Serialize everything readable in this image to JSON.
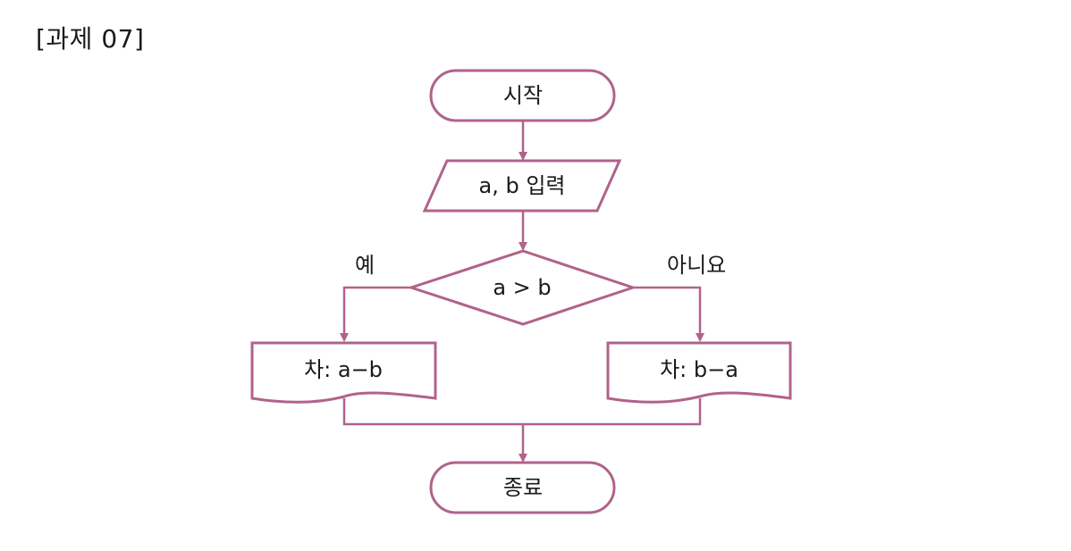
{
  "title": "[과제 07]",
  "colors": {
    "stroke": "#b0638a",
    "text": "#1a1a1a",
    "background": "#ffffff"
  },
  "nodes": {
    "start": {
      "shape": "terminal",
      "label": "시작"
    },
    "input": {
      "shape": "parallelogram",
      "label": "a, b 입력"
    },
    "decision": {
      "shape": "diamond",
      "label": "a > b"
    },
    "yes_output": {
      "shape": "document",
      "label": "차: a−b"
    },
    "no_output": {
      "shape": "document",
      "label": "차: b−a"
    },
    "end": {
      "shape": "terminal",
      "label": "종료"
    }
  },
  "branches": {
    "yes": "예",
    "no": "아니요"
  },
  "edges": [
    {
      "from": "start",
      "to": "input"
    },
    {
      "from": "input",
      "to": "decision"
    },
    {
      "from": "decision",
      "to": "yes_output",
      "label": "예"
    },
    {
      "from": "decision",
      "to": "no_output",
      "label": "아니요"
    },
    {
      "from": "yes_output",
      "to": "end"
    },
    {
      "from": "no_output",
      "to": "end"
    }
  ]
}
